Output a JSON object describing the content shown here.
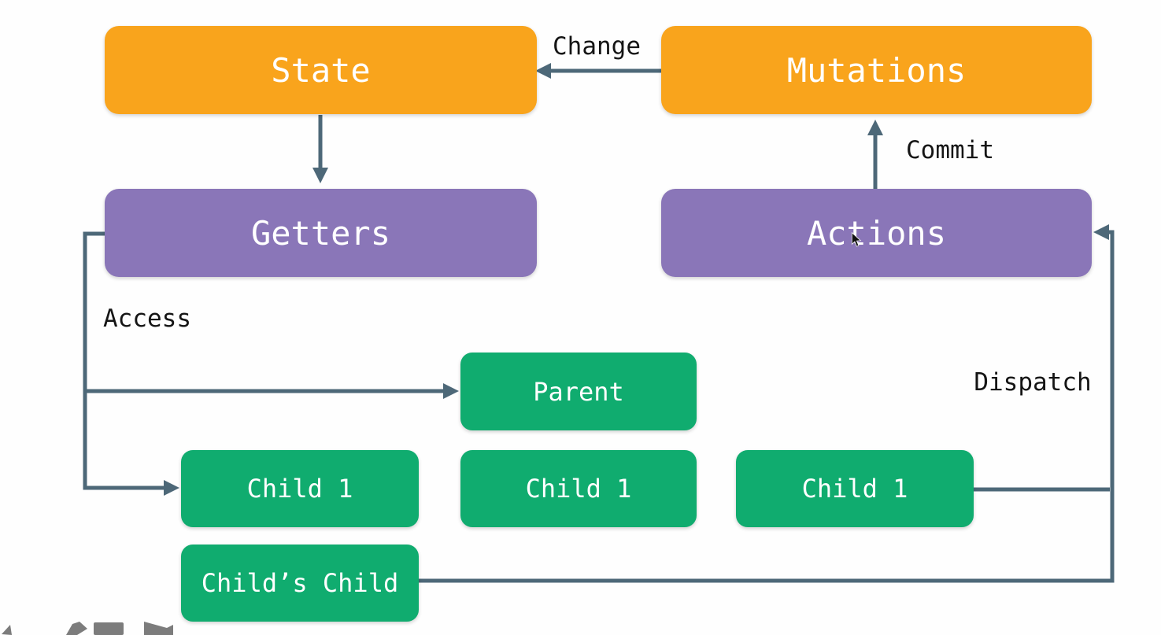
{
  "diagram": {
    "nodes": {
      "state": {
        "label": "State",
        "color": "#F9A41C"
      },
      "mutations": {
        "label": "Mutations",
        "color": "#F9A41C"
      },
      "getters": {
        "label": "Getters",
        "color": "#8A76B8"
      },
      "actions": {
        "label": "Actions",
        "color": "#8A76B8"
      },
      "parent": {
        "label": "Parent",
        "color": "#10AC6F"
      },
      "child1_left": {
        "label": "Child 1",
        "color": "#10AC6F"
      },
      "child1_middle": {
        "label": "Child 1",
        "color": "#10AC6F"
      },
      "child1_right": {
        "label": "Child 1",
        "color": "#10AC6F"
      },
      "childs_child": {
        "label": "Child’s Child",
        "color": "#10AC6F"
      }
    },
    "edge_labels": {
      "change": "Change",
      "commit": "Commit",
      "access": "Access",
      "dispatch": "Dispatch"
    },
    "edges": [
      {
        "from": "mutations",
        "to": "state",
        "label": "Change"
      },
      {
        "from": "state",
        "to": "getters",
        "label": ""
      },
      {
        "from": "actions",
        "to": "mutations",
        "label": "Commit"
      },
      {
        "from": "getters",
        "to": "parent",
        "label": "Access"
      },
      {
        "from": "getters",
        "to": "child1_left",
        "label": "Access"
      },
      {
        "from": "childs_child",
        "to": "actions",
        "label": "Dispatch"
      },
      {
        "from": "child1_right",
        "to": "actions",
        "label": "Dispatch"
      }
    ],
    "colors": {
      "arrow": "#4D6878",
      "node_text": "#FFFFFF",
      "label_text": "#151515",
      "background": "#FEFEFE",
      "partial_icons_gray": "#7C7C7C",
      "cursor": "#111111"
    },
    "icons": {
      "cursor": "mouse-cursor-icon",
      "bottom_toolbar": [
        "tick-mark-icon",
        "pencil-icon",
        "rectangle-icon",
        "arrow-right-icon"
      ]
    }
  }
}
